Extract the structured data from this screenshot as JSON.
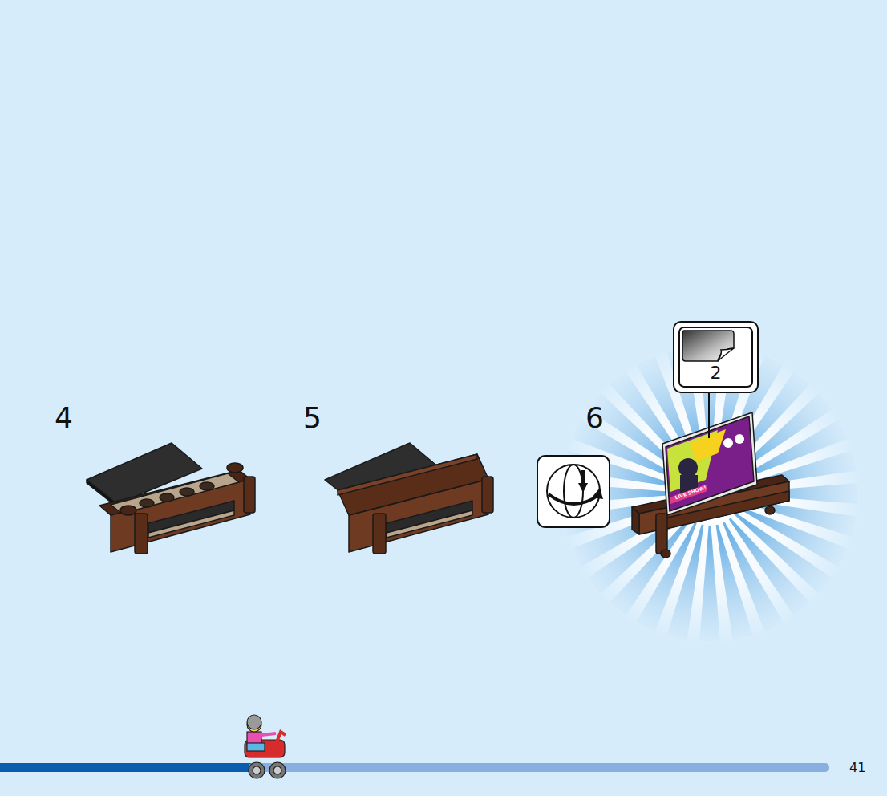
{
  "diagram": {
    "nodes": [
      {
        "text": [
          "2"
        ]
      }
    ],
    "edges": [],
    "labels": [
      "4",
      "5",
      "6",
      "LIVE SHOW!",
      "41"
    ]
  }
}
